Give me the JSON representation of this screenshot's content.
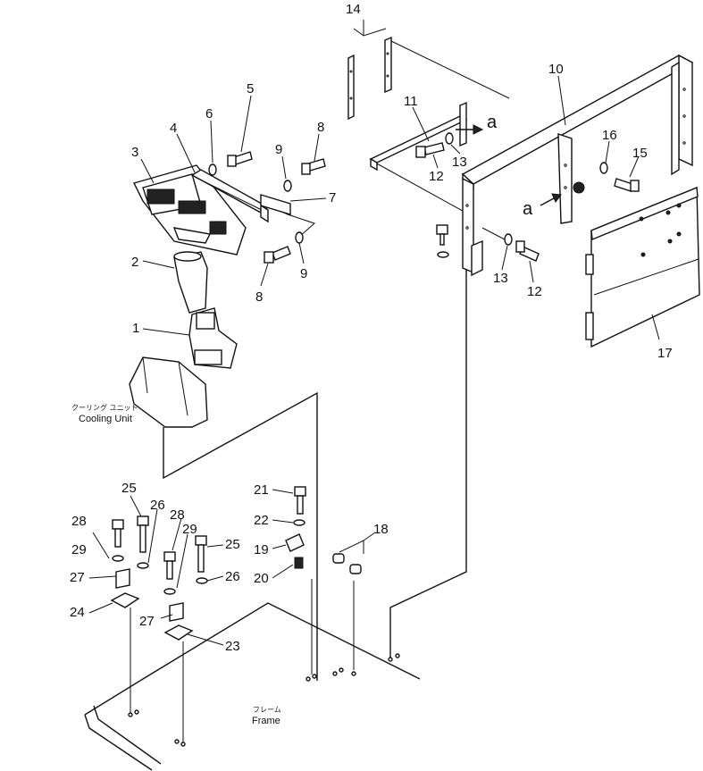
{
  "labels": {
    "cooling_unit_jp": "クーリング ユニット",
    "cooling_unit_en": "Cooling Unit",
    "frame_jp": "フレーム",
    "frame_en": "Frame",
    "view_a": "a"
  },
  "callouts": [
    "1",
    "2",
    "3",
    "4",
    "5",
    "6",
    "7",
    "8",
    "9",
    "10",
    "11",
    "12",
    "13",
    "14",
    "15",
    "16",
    "17",
    "18",
    "19",
    "20",
    "21",
    "22",
    "23",
    "24",
    "25",
    "26",
    "27",
    "28",
    "29"
  ]
}
